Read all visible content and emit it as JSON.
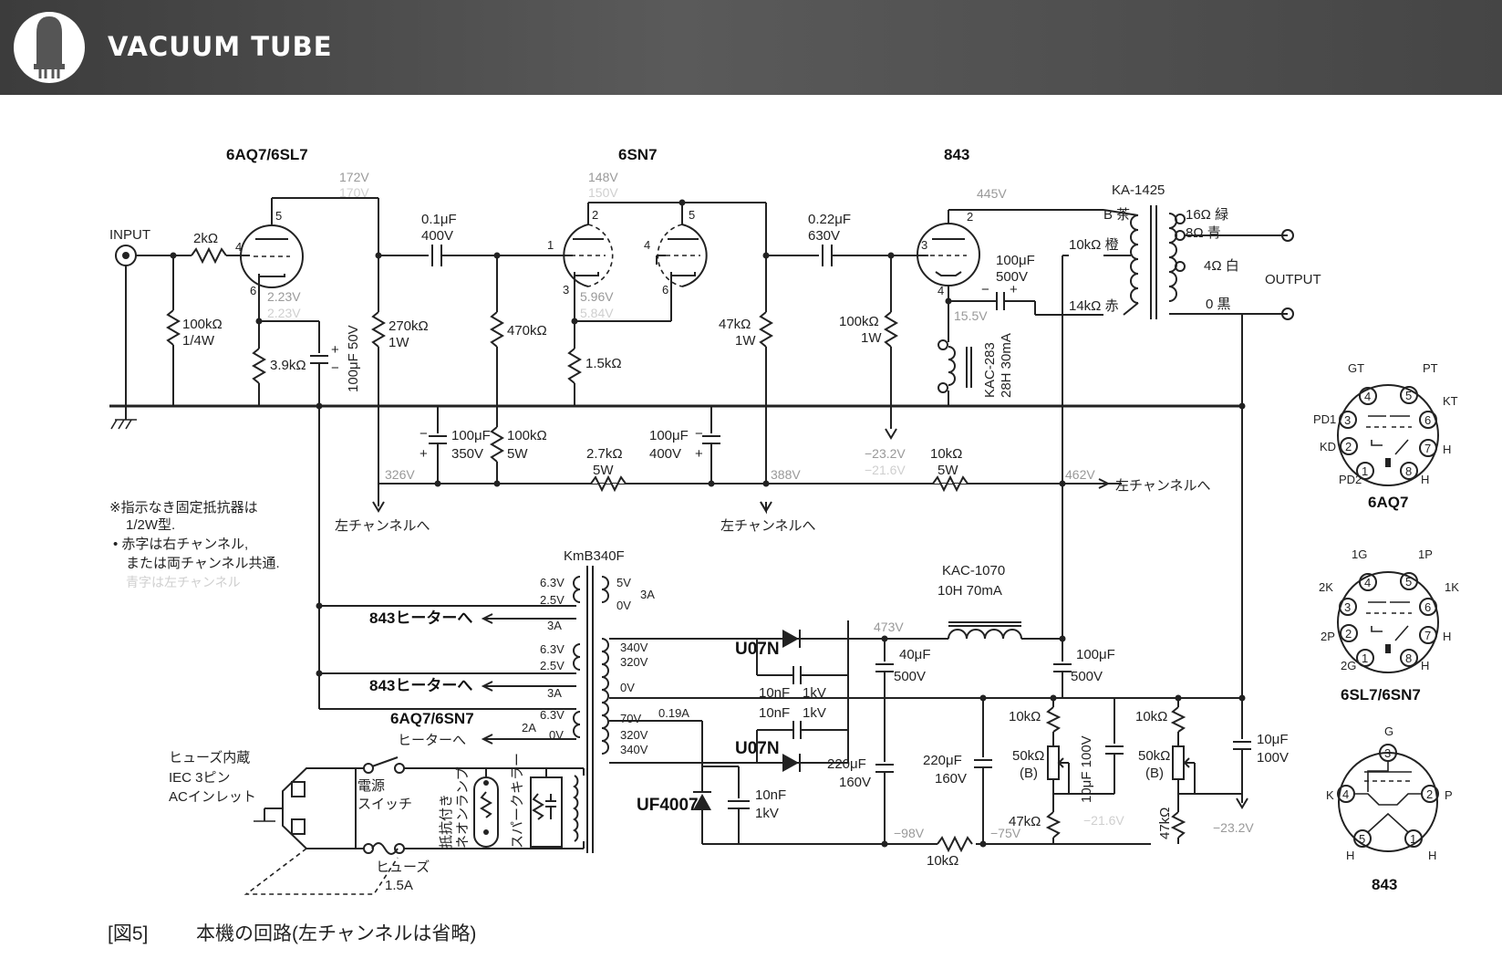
{
  "header": {
    "title": "VACUUM TUBE",
    "icon": "vacuum-tube-icon"
  },
  "tubes": {
    "v1": {
      "name": "6AQ7/6SL7",
      "plate_voltage": "172V",
      "plate_voltage_ch": "170V",
      "cathode_voltage": "2.23V",
      "cathode_voltage_ch": "2.23V",
      "pin_plate": "5",
      "pin_grid": "4",
      "pin_cathode": "6"
    },
    "v2": {
      "name": "6SN7",
      "plate_voltage": "148V",
      "plate_voltage_ch": "150V",
      "cathode_voltage": "5.96V",
      "cathode_voltage_ch": "5.84V",
      "pin_p1": "2",
      "pin_g1": "1",
      "pin_k1": "3",
      "pin_p2": "5",
      "pin_g2": "4",
      "pin_k2": "6"
    },
    "v3": {
      "name": "843",
      "plate_voltage": "445V",
      "cathode_voltage": "15.5V",
      "pin_plate": "2",
      "pin_grid": "3",
      "pin_cathode": "4"
    }
  },
  "input": {
    "label": "INPUT"
  },
  "output": {
    "label": "OUTPUT"
  },
  "components": {
    "r_in": "2kΩ",
    "r_grid1": [
      "100kΩ",
      "1/4W"
    ],
    "r_k1": "3.9kΩ",
    "c_k1": [
      "100μF 50V"
    ],
    "r_plate1": [
      "270kΩ",
      "1W"
    ],
    "c_c1": [
      "0.1μF",
      "400V"
    ],
    "r_grid2": "470kΩ",
    "r_k2": "1.5kΩ",
    "r_plate2": [
      "47kΩ",
      "1W"
    ],
    "c_c2": [
      "0.22μF",
      "630V"
    ],
    "r_grid3": [
      "100kΩ",
      "1W"
    ],
    "c_k3": [
      "100μF",
      "500V"
    ],
    "choke_k3": [
      "KAC-283",
      "28H 30mA"
    ],
    "c_b1": [
      "100μF",
      "350V"
    ],
    "r_b1": [
      "100kΩ",
      "5W"
    ],
    "r_b2": [
      "2.7kΩ",
      "5W"
    ],
    "c_b2": [
      "100μF",
      "400V"
    ],
    "r_b3": [
      "10kΩ",
      "5W"
    ]
  },
  "output_transformer": {
    "name": "KA-1425",
    "primary_b": "B 茶",
    "primary_10k": "10kΩ 橙",
    "primary_14k": "14kΩ 赤",
    "sec_16": "16Ω 緑",
    "sec_8": "8Ω 青",
    "sec_4": "4Ω 白",
    "sec_0": "0 黒"
  },
  "voltages": {
    "b1": "326V",
    "b2": "388V",
    "b3": "462V",
    "bias": "−23.2V",
    "bias_ch": "−21.6V",
    "rect": "473V",
    "neg1": "−98V",
    "neg2": "−75V",
    "neg_ch": "−21.6V",
    "neg_out": "−23.2V"
  },
  "to_left_channel": "左チャンネルへ",
  "notes": [
    "※指示なき固定抵抗器は",
    "1/2W型.",
    "• 赤字は右チャンネル,",
    "または両チャンネル共通.",
    "青字は左チャンネル"
  ],
  "power_transformer": {
    "name": "KmB340F",
    "w1a": "6.3V",
    "w1b": "2.5V",
    "w1c": "5V",
    "w1d": "0V",
    "w1e": "3A",
    "w2a": "6.3V",
    "w2b": "2.5V",
    "w2c": "3A",
    "w3a": "6.3V",
    "w3b": "0V",
    "w3c": "2A",
    "hv1": "340V",
    "hv2": "320V",
    "hv3": "0V",
    "hv4": "70V",
    "hv5": "0.19A",
    "hv6": "320V",
    "hv7": "340V",
    "hv8": "3A"
  },
  "heater_to_843": "843ヒーターへ",
  "heater_to_6aq7": "6AQ7/6SN7",
  "heater_to_6aq7_b": "ヒーターへ",
  "psu": {
    "rect_diode": "U07N",
    "c_snub": [
      "10nF",
      "1kV"
    ],
    "choke": [
      "KAC-1070",
      "10H 70mA"
    ],
    "c_f1": [
      "40μF",
      "500V"
    ],
    "c_f2": [
      "100μF",
      "500V"
    ],
    "neg_diode": "UF4007",
    "c_neg_snub": [
      "10nF",
      "1kV"
    ],
    "c_n1": [
      "220μF",
      "160V"
    ],
    "c_n2": [
      "220μF",
      "160V"
    ],
    "r_n": "10kΩ",
    "r_n1": "10kΩ",
    "pot1": [
      "50kΩ",
      "(B)"
    ],
    "r_n1b": "47kΩ",
    "c_n3": [
      "10μF 100V"
    ],
    "r_n2": "10kΩ",
    "pot2": [
      "50kΩ",
      "(B)"
    ],
    "r_n2b": "47kΩ",
    "c_n4": [
      "10μF",
      "100V"
    ]
  },
  "mains": {
    "inlet": [
      "ヒューズ内蔵",
      "IEC 3ピン",
      "ACインレット"
    ],
    "switch": [
      "電源",
      "スイッチ"
    ],
    "fuse": [
      "ヒューズ",
      "1.5A"
    ],
    "neon": [
      "抵抗付き",
      "ネオンランプ"
    ],
    "spark": "スパークキラー"
  },
  "pinouts": {
    "aq7": {
      "name": "6AQ7",
      "pins": [
        "1",
        "2",
        "3",
        "4",
        "5",
        "6",
        "7",
        "8"
      ],
      "labels": [
        "PD2",
        "KD",
        "PD1",
        "GT",
        "PT",
        "KT",
        "H",
        "H"
      ]
    },
    "sn7": {
      "name": "6SL7/6SN7",
      "pins": [
        "1",
        "2",
        "3",
        "4",
        "5",
        "6",
        "7",
        "8"
      ],
      "labels": [
        "2G",
        "2P",
        "2K",
        "1G",
        "1P",
        "1K",
        "H",
        "H"
      ]
    },
    "t843": {
      "name": "843",
      "pins": [
        "1",
        "2",
        "3",
        "4",
        "5"
      ],
      "labels": [
        "H",
        "P",
        "G",
        "K",
        "H"
      ]
    }
  },
  "caption": {
    "number": "[図5]",
    "text": "本機の回路(左チャンネルは省略)"
  }
}
